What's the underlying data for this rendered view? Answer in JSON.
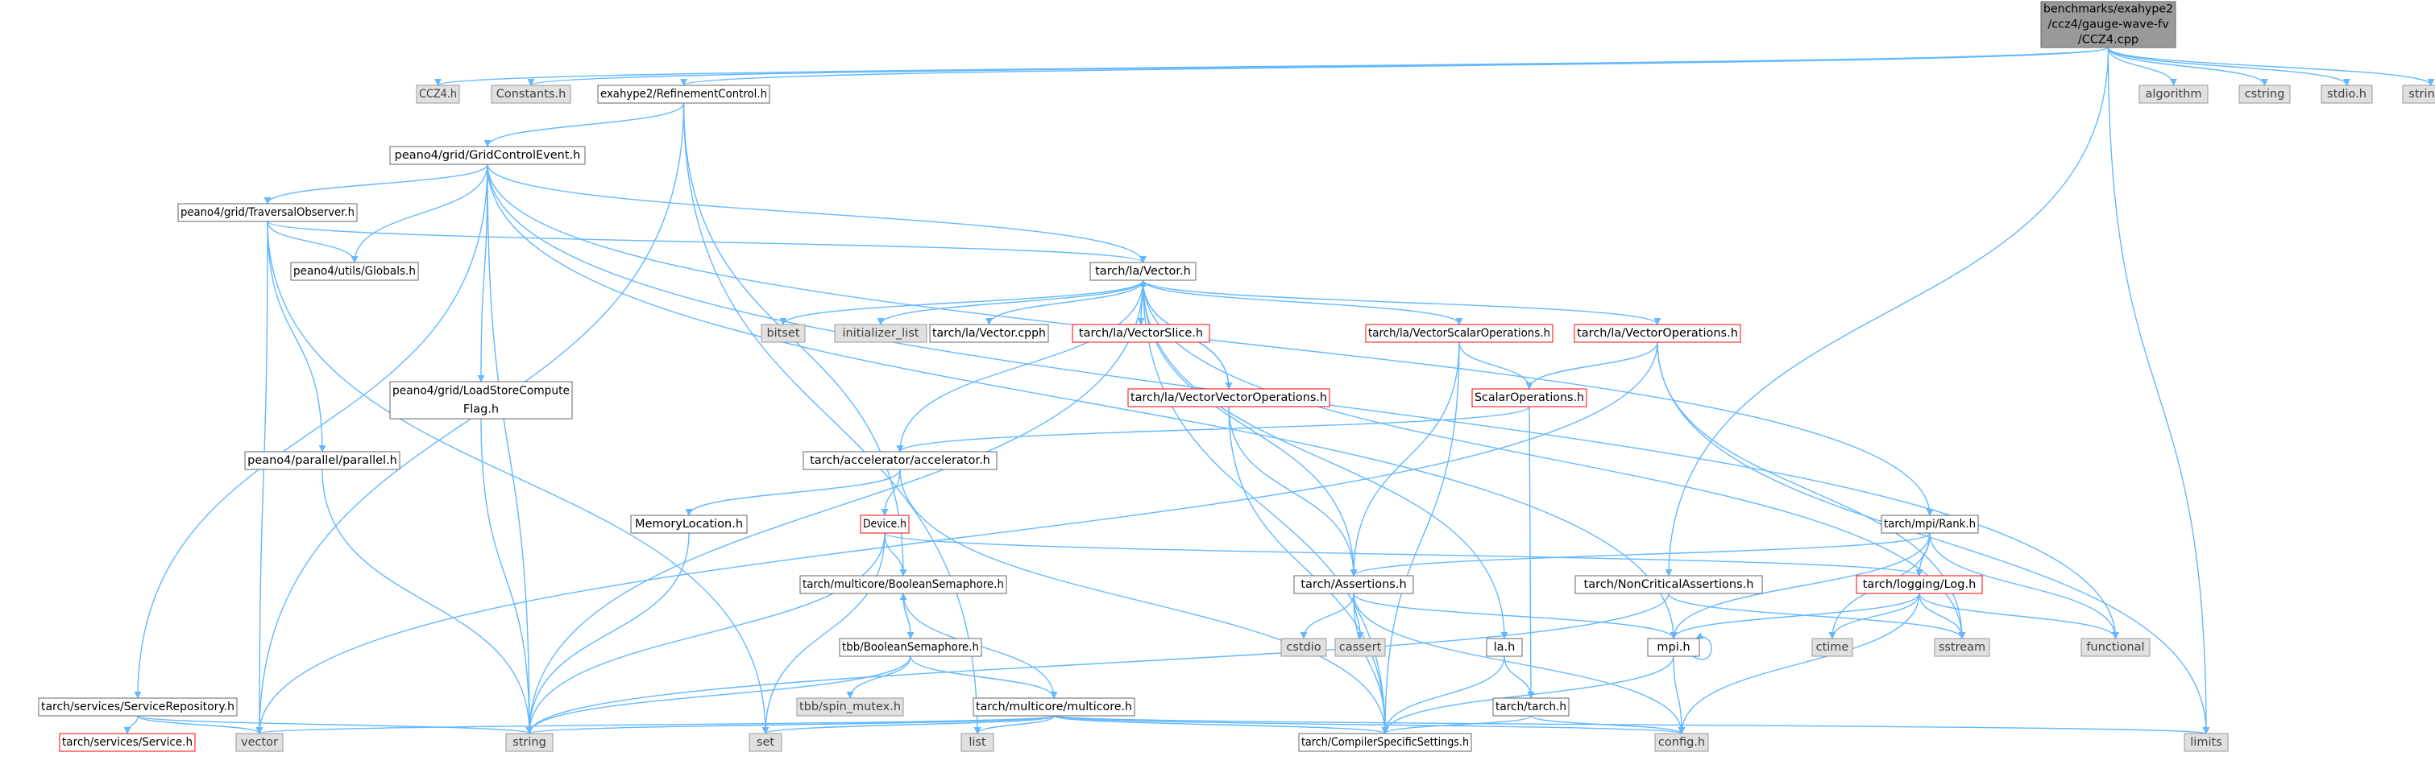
{
  "styles": {
    "root": {
      "fill": "#999999",
      "stroke": "#666666",
      "text": "#000000"
    },
    "normal": {
      "fill": "#ffffff",
      "stroke": "#666666",
      "text": "#000000"
    },
    "system": {
      "fill": "#e0e0e0",
      "stroke": "#999999",
      "text": "#404040"
    },
    "error": {
      "fill": "#ffffff",
      "stroke": "#ff0000",
      "text": "#000000"
    },
    "edge": "#63b8ff"
  },
  "nodes": [
    {
      "id": "root",
      "lines": [
        "benchmarks/exahype2",
        "/ccz4/gauge-wave-fv",
        "/CCZ4.cpp"
      ],
      "style": "root"
    },
    {
      "id": "ccz4h",
      "lines": [
        "CCZ4.h"
      ],
      "style": "system"
    },
    {
      "id": "constants",
      "lines": [
        "Constants.h"
      ],
      "style": "system"
    },
    {
      "id": "refctrl",
      "lines": [
        "exahype2/RefinementControl.h"
      ],
      "style": "normal"
    },
    {
      "id": "algorithm",
      "lines": [
        "algorithm"
      ],
      "style": "system"
    },
    {
      "id": "cstring",
      "lines": [
        "cstring"
      ],
      "style": "system"
    },
    {
      "id": "stdio",
      "lines": [
        "stdio.h"
      ],
      "style": "system"
    },
    {
      "id": "stringh",
      "lines": [
        "string.h"
      ],
      "style": "system"
    },
    {
      "id": "gridctrl",
      "lines": [
        "peano4/grid/GridControlEvent.h"
      ],
      "style": "normal"
    },
    {
      "id": "travobs",
      "lines": [
        "peano4/grid/TraversalObserver.h"
      ],
      "style": "normal"
    },
    {
      "id": "globals",
      "lines": [
        "peano4/utils/Globals.h"
      ],
      "style": "normal"
    },
    {
      "id": "vector",
      "lines": [
        "tarch/la/Vector.h"
      ],
      "style": "normal"
    },
    {
      "id": "bitset",
      "lines": [
        "bitset"
      ],
      "style": "system"
    },
    {
      "id": "initlist",
      "lines": [
        "initializer_list"
      ],
      "style": "system"
    },
    {
      "id": "vectorcpph",
      "lines": [
        "tarch/la/Vector.cpph"
      ],
      "style": "normal"
    },
    {
      "id": "vectorslice",
      "lines": [
        "tarch/la/VectorSlice.h"
      ],
      "style": "error"
    },
    {
      "id": "vecscalar",
      "lines": [
        "tarch/la/VectorScalarOperations.h"
      ],
      "style": "error"
    },
    {
      "id": "vecops",
      "lines": [
        "tarch/la/VectorOperations.h"
      ],
      "style": "error"
    },
    {
      "id": "loadstore",
      "lines": [
        "peano4/grid/LoadStoreCompute",
        "Flag.h"
      ],
      "style": "normal"
    },
    {
      "id": "vecvec",
      "lines": [
        "tarch/la/VectorVectorOperations.h"
      ],
      "style": "error"
    },
    {
      "id": "scalarops",
      "lines": [
        "ScalarOperations.h"
      ],
      "style": "error"
    },
    {
      "id": "parallel",
      "lines": [
        "peano4/parallel/parallel.h"
      ],
      "style": "normal"
    },
    {
      "id": "accel",
      "lines": [
        "tarch/accelerator/accelerator.h"
      ],
      "style": "normal"
    },
    {
      "id": "rank",
      "lines": [
        "tarch/mpi/Rank.h"
      ],
      "style": "normal"
    },
    {
      "id": "memloc",
      "lines": [
        "MemoryLocation.h"
      ],
      "style": "normal"
    },
    {
      "id": "device",
      "lines": [
        "Device.h"
      ],
      "style": "error"
    },
    {
      "id": "boolsem",
      "lines": [
        "tarch/multicore/BooleanSemaphore.h"
      ],
      "style": "normal"
    },
    {
      "id": "assertions",
      "lines": [
        "tarch/Assertions.h"
      ],
      "style": "normal"
    },
    {
      "id": "noncrit",
      "lines": [
        "tarch/NonCriticalAssertions.h"
      ],
      "style": "normal"
    },
    {
      "id": "log",
      "lines": [
        "tarch/logging/Log.h"
      ],
      "style": "error"
    },
    {
      "id": "tbbsem",
      "lines": [
        "tbb/BooleanSemaphore.h"
      ],
      "style": "normal"
    },
    {
      "id": "cstdio",
      "lines": [
        "cstdio"
      ],
      "style": "system"
    },
    {
      "id": "cassert",
      "lines": [
        "cassert"
      ],
      "style": "system"
    },
    {
      "id": "lah",
      "lines": [
        "la.h"
      ],
      "style": "normal"
    },
    {
      "id": "mpih",
      "lines": [
        "mpi.h"
      ],
      "style": "normal"
    },
    {
      "id": "ctime",
      "lines": [
        "ctime"
      ],
      "style": "system"
    },
    {
      "id": "sstream",
      "lines": [
        "sstream"
      ],
      "style": "system"
    },
    {
      "id": "functional",
      "lines": [
        "functional"
      ],
      "style": "system"
    },
    {
      "id": "servrepo",
      "lines": [
        "tarch/services/ServiceRepository.h"
      ],
      "style": "normal"
    },
    {
      "id": "tbbspin",
      "lines": [
        "tbb/spin_mutex.h"
      ],
      "style": "system"
    },
    {
      "id": "multicore",
      "lines": [
        "tarch/multicore/multicore.h"
      ],
      "style": "normal"
    },
    {
      "id": "tarchh",
      "lines": [
        "tarch/tarch.h"
      ],
      "style": "normal"
    },
    {
      "id": "service",
      "lines": [
        "tarch/services/Service.h"
      ],
      "style": "error"
    },
    {
      "id": "vectorstd",
      "lines": [
        "vector"
      ],
      "style": "system"
    },
    {
      "id": "string",
      "lines": [
        "string"
      ],
      "style": "system"
    },
    {
      "id": "set",
      "lines": [
        "set"
      ],
      "style": "system"
    },
    {
      "id": "list",
      "lines": [
        "list"
      ],
      "style": "system"
    },
    {
      "id": "compiler",
      "lines": [
        "tarch/CompilerSpecificSettings.h"
      ],
      "style": "normal"
    },
    {
      "id": "config",
      "lines": [
        "config.h"
      ],
      "style": "system"
    },
    {
      "id": "limits",
      "lines": [
        "limits"
      ],
      "style": "system"
    }
  ],
  "edges": [
    [
      "root",
      "ccz4h"
    ],
    [
      "root",
      "constants"
    ],
    [
      "root",
      "refctrl"
    ],
    [
      "root",
      "algorithm"
    ],
    [
      "root",
      "cstring"
    ],
    [
      "root",
      "stdio"
    ],
    [
      "root",
      "stringh"
    ],
    [
      "root",
      "noncrit"
    ],
    [
      "root",
      "limits"
    ],
    [
      "refctrl",
      "gridctrl"
    ],
    [
      "refctrl",
      "boolsem"
    ],
    [
      "refctrl",
      "list"
    ],
    [
      "refctrl",
      "vectorstd"
    ],
    [
      "gridctrl",
      "travobs"
    ],
    [
      "gridctrl",
      "globals"
    ],
    [
      "gridctrl",
      "vector"
    ],
    [
      "gridctrl",
      "loadstore"
    ],
    [
      "gridctrl",
      "servrepo"
    ],
    [
      "gridctrl",
      "string"
    ],
    [
      "gridctrl",
      "rank"
    ],
    [
      "gridctrl",
      "functional"
    ],
    [
      "gridctrl",
      "mpih"
    ],
    [
      "travobs",
      "globals"
    ],
    [
      "travobs",
      "vector"
    ],
    [
      "travobs",
      "parallel"
    ],
    [
      "travobs",
      "vectorstd"
    ],
    [
      "travobs",
      "set"
    ],
    [
      "vector",
      "bitset"
    ],
    [
      "vector",
      "initlist"
    ],
    [
      "vector",
      "vectorcpph"
    ],
    [
      "vector",
      "vectorslice"
    ],
    [
      "vector",
      "vecscalar"
    ],
    [
      "vector",
      "vecops"
    ],
    [
      "vector",
      "vecvec"
    ],
    [
      "vector",
      "accel"
    ],
    [
      "vector",
      "assertions"
    ],
    [
      "vector",
      "string"
    ],
    [
      "vector",
      "sstream"
    ],
    [
      "vector",
      "lah"
    ],
    [
      "vector",
      "compiler"
    ],
    [
      "vectorslice",
      "vector"
    ],
    [
      "vecvec",
      "vector"
    ],
    [
      "vecscalar",
      "scalarops"
    ],
    [
      "vecscalar",
      "assertions"
    ],
    [
      "vecscalar",
      "compiler"
    ],
    [
      "vecops",
      "scalarops"
    ],
    [
      "vecops",
      "limits"
    ],
    [
      "vecops",
      "sstream"
    ],
    [
      "vecops",
      "vectorstd"
    ],
    [
      "vecvec",
      "assertions"
    ],
    [
      "vecvec",
      "compiler"
    ],
    [
      "scalarops",
      "accel"
    ],
    [
      "scalarops",
      "tarchh"
    ],
    [
      "loadstore",
      "string"
    ],
    [
      "parallel",
      "string"
    ],
    [
      "accel",
      "memloc"
    ],
    [
      "accel",
      "device"
    ],
    [
      "accel",
      "compiler"
    ],
    [
      "memloc",
      "string"
    ],
    [
      "device",
      "boolsem"
    ],
    [
      "device",
      "log"
    ],
    [
      "device",
      "string"
    ],
    [
      "device",
      "set"
    ],
    [
      "boolsem",
      "tbbsem"
    ],
    [
      "boolsem",
      "multicore"
    ],
    [
      "tbbsem",
      "boolsem"
    ],
    [
      "tbbsem",
      "tbbspin"
    ],
    [
      "tbbsem",
      "multicore"
    ],
    [
      "tbbsem",
      "string"
    ],
    [
      "rank",
      "assertions"
    ],
    [
      "rank",
      "log"
    ],
    [
      "rank",
      "ctime"
    ],
    [
      "rank",
      "functional"
    ],
    [
      "rank",
      "mpih"
    ],
    [
      "assertions",
      "cstdio"
    ],
    [
      "assertions",
      "cassert"
    ],
    [
      "assertions",
      "mpih"
    ],
    [
      "assertions",
      "compiler"
    ],
    [
      "assertions",
      "config"
    ],
    [
      "noncrit",
      "sstream"
    ],
    [
      "noncrit",
      "string"
    ],
    [
      "log",
      "mpih"
    ],
    [
      "log",
      "ctime"
    ],
    [
      "log",
      "sstream"
    ],
    [
      "log",
      "functional"
    ],
    [
      "log",
      "config"
    ],
    [
      "lah",
      "tarchh"
    ],
    [
      "lah",
      "compiler"
    ],
    [
      "mpih",
      "mpih"
    ],
    [
      "mpih",
      "compiler"
    ],
    [
      "mpih",
      "config"
    ],
    [
      "tarchh",
      "compiler"
    ],
    [
      "tarchh",
      "config"
    ],
    [
      "multicore",
      "vectorstd"
    ],
    [
      "multicore",
      "string"
    ],
    [
      "multicore",
      "set"
    ],
    [
      "multicore",
      "list"
    ],
    [
      "multicore",
      "compiler"
    ],
    [
      "multicore",
      "config"
    ],
    [
      "multicore",
      "limits"
    ],
    [
      "servrepo",
      "service"
    ],
    [
      "servrepo",
      "vectorstd"
    ],
    [
      "servrepo",
      "string"
    ]
  ]
}
